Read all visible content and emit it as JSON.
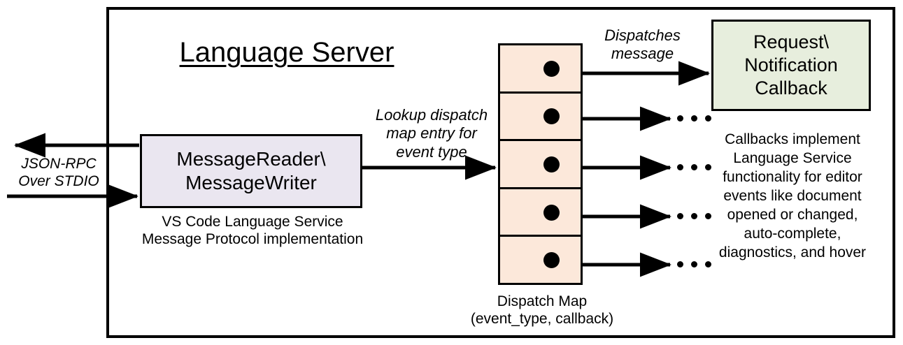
{
  "diagram": {
    "title": "Language Server",
    "frame_label": "language-server-boundary",
    "colors": {
      "reader_fill": "#EAE6F0",
      "dispatch_fill": "#FCE8DA",
      "callback_fill": "#E7EEDD",
      "stroke": "#000000",
      "background": "#FFFFFF"
    },
    "nodes": {
      "message_reader_writer": {
        "label": "MessageReader\\\nMessageWriter",
        "caption": "VS Code Language Service\nMessage Protocol implementation"
      },
      "dispatch_map": {
        "caption": "Dispatch Map\n(event_type, callback)",
        "cell_count": 5,
        "cells": [
          {
            "index": 1,
            "dot": "entry-dot"
          },
          {
            "index": 2,
            "dot": "entry-dot"
          },
          {
            "index": 3,
            "dot": "entry-dot"
          },
          {
            "index": 4,
            "dot": "entry-dot"
          },
          {
            "index": 5,
            "dot": "entry-dot"
          }
        ]
      },
      "callback": {
        "label": "Request\\\nNotification\nCallback",
        "caption": "Callbacks implement\nLanguage Service\nfunctionality for editor\nevents like document\nopened or changed,\nauto-complete,\ndiagnostics, and hover"
      }
    },
    "edges": {
      "jsonrpc": "JSON-RPC\nOver STDIO",
      "lookup": "Lookup dispatch\nmap entry for\nevent type",
      "dispatches": "Dispatches\nmessage"
    },
    "ellipsis": "•••"
  }
}
